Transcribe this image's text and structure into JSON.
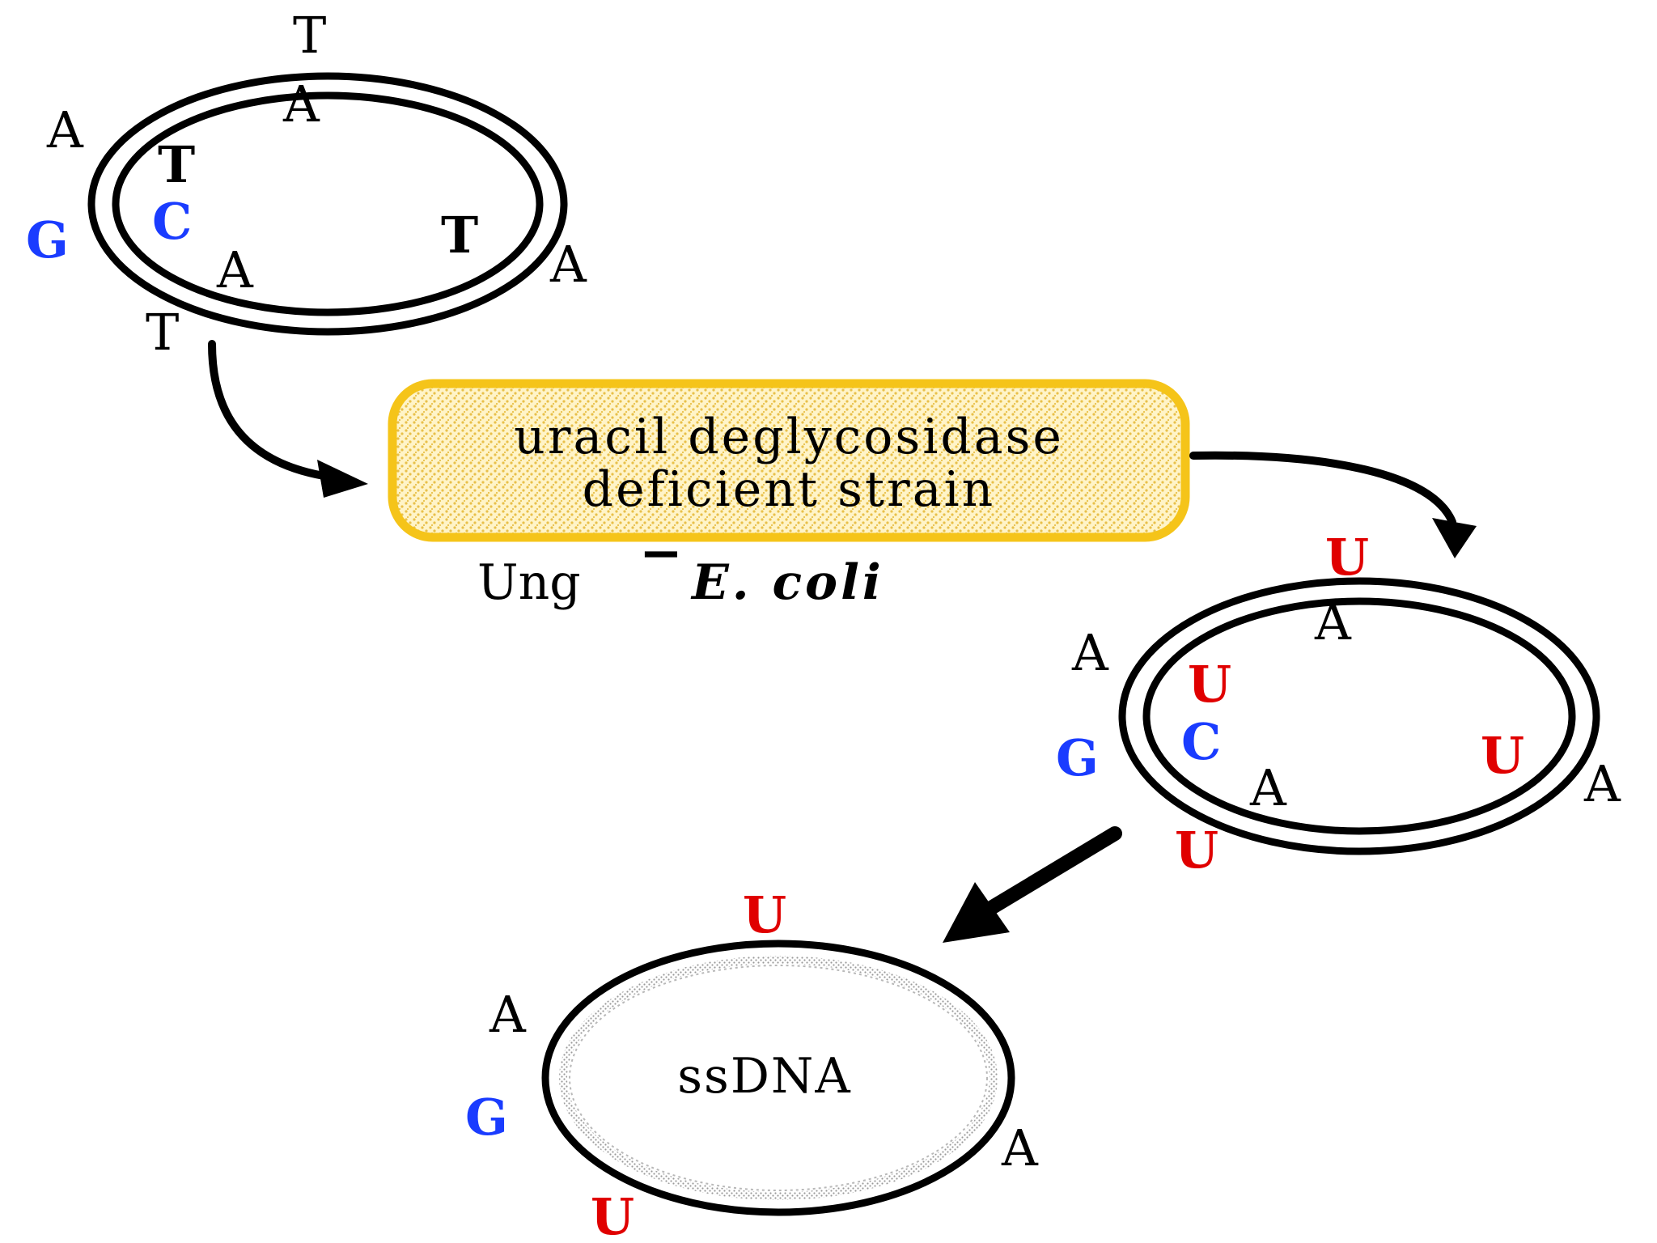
{
  "colors": {
    "black": "#000000",
    "blue": "#1a3cff",
    "red": "#e00000",
    "box_border": "#f5c419",
    "box_fill": "#fff4c8",
    "box_stipple": "#e8c04a",
    "ring_gray": "#9a9a9a"
  },
  "top_plasmid": {
    "outer_bases": {
      "top": "T",
      "upper_left": "A",
      "left": "G",
      "bottom_left": "T",
      "right": "A"
    },
    "inner_bases": {
      "top": "A",
      "upper_left": "T",
      "left": "C",
      "lower_left": "A",
      "right": "T"
    }
  },
  "process_box": {
    "line1": "uracil deglycosidase",
    "line2": "deficient strain"
  },
  "strain_label": {
    "name": "Ung",
    "superscript": "−",
    "species": "E. coli"
  },
  "middle_plasmid": {
    "outer_bases": {
      "top": "U",
      "upper_left": "A",
      "left": "G",
      "bottom_left": "U",
      "right": "A"
    },
    "inner_bases": {
      "top": "A",
      "upper_left": "U",
      "left": "C",
      "lower_left": "A",
      "right": "U"
    }
  },
  "ssdna": {
    "label": "ssDNA",
    "bases": {
      "top": "U",
      "upper_left": "A",
      "left": "G",
      "bottom_left": "U",
      "right": "A"
    }
  }
}
